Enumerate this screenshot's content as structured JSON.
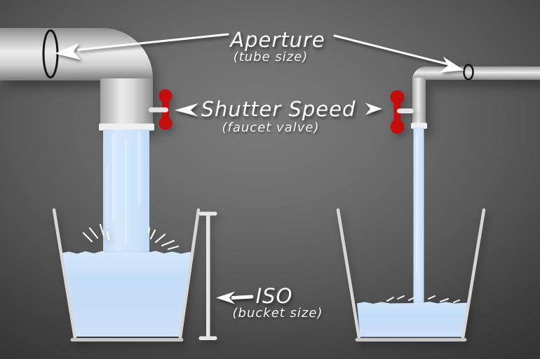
{
  "labels": {
    "aperture": {
      "title": "Aperture",
      "subtitle": "(tube size)"
    },
    "shutter_speed": {
      "title": "Shutter Speed",
      "subtitle": "(faucet valve)"
    },
    "iso": {
      "title": "ISO",
      "subtitle": "(bucket size)"
    }
  },
  "colors": {
    "background_center": "#7b7b7b",
    "background_edge": "#353535",
    "pipe_light": "#ededed",
    "pipe_dark": "#8a8a8a",
    "pipe_cap": "#f0f0f0",
    "water": "#c9dff8",
    "valve_red": "#c50d0d",
    "valve_stem": "#e4e4e4",
    "arrow_white": "#ffffff",
    "bucket_wall": "#d6d6d6",
    "bucket_base": "#c4c4c4",
    "ring_black": "#161616",
    "measure_bar": "#e6e6e6",
    "splash_white": "#ffffff"
  },
  "icons": {
    "aperture_ring_large": "ellipse-outline-icon",
    "aperture_ring_small": "ellipse-outline-icon",
    "valve_handle": "red-dumbbell-valve-icon",
    "label_arrows": "hand-drawn-arrow-icon",
    "measure": "measurement-bar-icon"
  }
}
